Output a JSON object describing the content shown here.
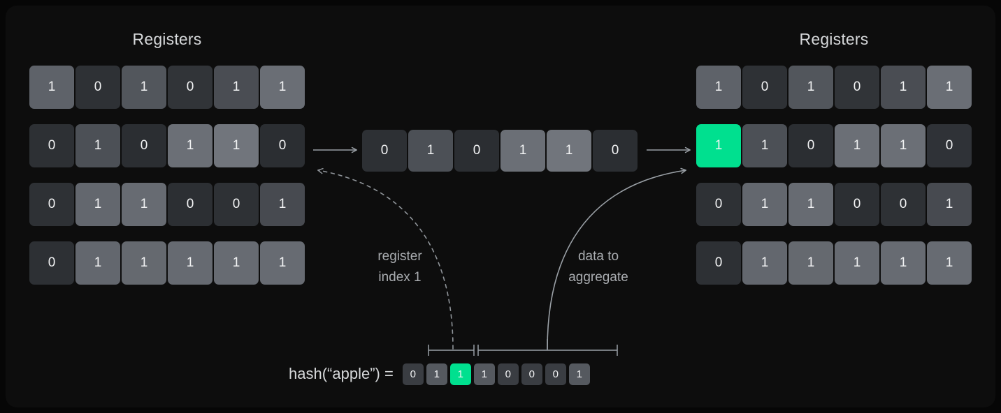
{
  "panel": {
    "background": "#0d0d0d",
    "outer_background": "#060606"
  },
  "headings": {
    "left": "Registers",
    "right": "Registers"
  },
  "colors": {
    "highlight": "#00e08f",
    "bit_one": "#5c6067",
    "bit_zero": "#2f3237",
    "text": "#f2f3f4",
    "muted_text": "#a9acb0",
    "arrow": "#9aa0a6"
  },
  "left_grid": {
    "rows": [
      {
        "bits": [
          "1",
          "0",
          "1",
          "0",
          "1",
          "1"
        ],
        "shades": [
          "#5e6269",
          "#2e3135",
          "#52565c",
          "#313438",
          "#4a4d53",
          "#6a6e75"
        ]
      },
      {
        "bits": [
          "0",
          "1",
          "0",
          "1",
          "1",
          "0"
        ],
        "shades": [
          "#2d3034",
          "#4c5056",
          "#2b2e32",
          "#6b6f76",
          "#71757c",
          "#2b2e32"
        ]
      },
      {
        "bits": [
          "0",
          "1",
          "1",
          "0",
          "0",
          "1"
        ],
        "shades": [
          "#2e3135",
          "#63676e",
          "#676b72",
          "#2c2f33",
          "#2e3135",
          "#474a50"
        ]
      },
      {
        "bits": [
          "0",
          "1",
          "1",
          "1",
          "1",
          "1"
        ],
        "shades": [
          "#2d3034",
          "#63676e",
          "#65696f",
          "#666a71",
          "#676b72",
          "#676b72"
        ]
      }
    ]
  },
  "right_grid": {
    "rows": [
      {
        "bits": [
          "1",
          "0",
          "1",
          "0",
          "1",
          "1"
        ],
        "shades": [
          "#5e6269",
          "#2e3135",
          "#52565c",
          "#313438",
          "#4a4d53",
          "#6a6e75"
        ]
      },
      {
        "bits": [
          "1",
          "1",
          "0",
          "1",
          "1",
          "0"
        ],
        "shades": [
          "#00e08f",
          "#4c5056",
          "#2b2e32",
          "#6b6f76",
          "#6b6f76",
          "#2f3237"
        ]
      },
      {
        "bits": [
          "0",
          "1",
          "1",
          "0",
          "0",
          "1"
        ],
        "shades": [
          "#2e3135",
          "#63676e",
          "#676b72",
          "#2c2f33",
          "#2e3135",
          "#474a50"
        ]
      },
      {
        "bits": [
          "0",
          "1",
          "1",
          "1",
          "1",
          "1"
        ],
        "shades": [
          "#2d3034",
          "#63676e",
          "#65696f",
          "#666a71",
          "#676b72",
          "#676b72"
        ]
      }
    ],
    "highlighted_cell": {
      "row": 1,
      "col": 0,
      "value": "1"
    }
  },
  "middle_row": {
    "bits": [
      "0",
      "1",
      "0",
      "1",
      "1",
      "0"
    ],
    "shades": [
      "#2d3034",
      "#4c5056",
      "#2b2e32",
      "#6b6f76",
      "#71757c",
      "#2b2e32"
    ]
  },
  "hash": {
    "label": "hash(“apple”) =",
    "bits": [
      "0",
      "1",
      "1",
      "1",
      "0",
      "0",
      "0",
      "1"
    ],
    "shades": [
      "#3a3d42",
      "#55595f",
      "#00e08f",
      "#55595f",
      "#3a3d42",
      "#3a3d42",
      "#3a3d42",
      "#55595f"
    ],
    "highlighted_index": 2
  },
  "annotations": {
    "register_index": "register\nindex 1",
    "data_to_aggregate": "data to\naggregate"
  },
  "connectors": {
    "left_arrow": "straight-arrow-right",
    "right_arrow": "straight-arrow-right",
    "index_connector": "dashed-curve-arrow-left",
    "data_connector": "solid-curve-arrow-right",
    "ruler": "bit-range-ruler"
  }
}
